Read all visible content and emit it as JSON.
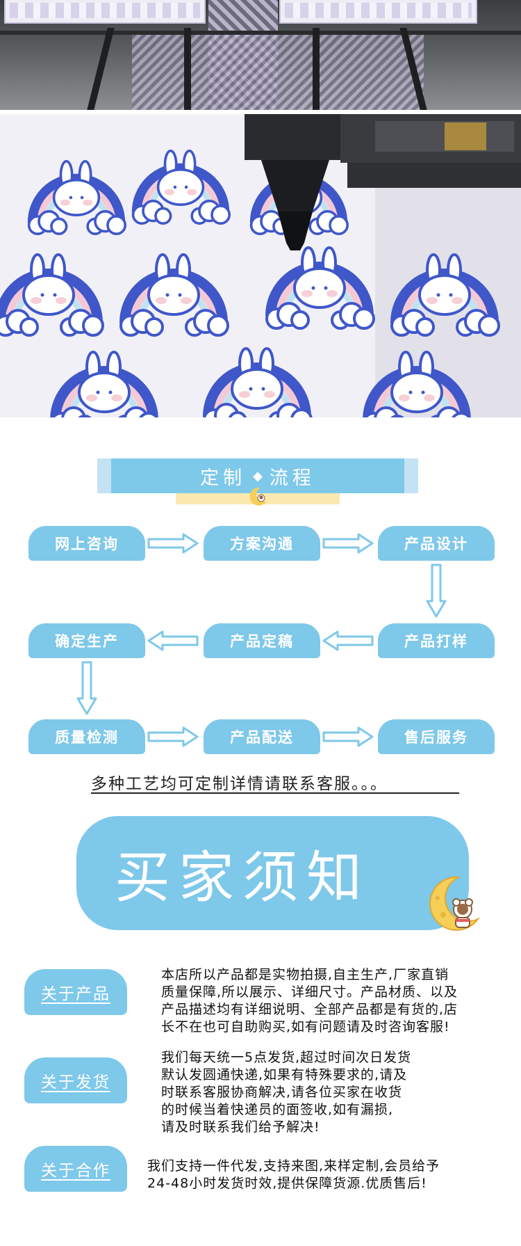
{
  "flow": {
    "title_left": "定制",
    "title_right": "流程",
    "steps": [
      "网上咨询",
      "方案沟通",
      "产品设计",
      "产品打样",
      "产品定稿",
      "确定生产",
      "质量检测",
      "产品配送",
      "售后服务"
    ]
  },
  "tagline": "多种工艺均可定制详情请联系客服。。。",
  "notice": {
    "title": "买家须知"
  },
  "sections": [
    {
      "label": "关于产品",
      "lines": [
        "本店所以产品都是实物拍摄,自主生产,厂家直销",
        "质量保障,所以展示、详细尺寸。产品材质、以及",
        "产品描述均有详细说明、全部产品都是有货的,店",
        "长不在也可自助购买,如有问题请及时咨询客服!"
      ]
    },
    {
      "label": "关于发货",
      "lines": [
        "我们每天统一5点发货,超过时间次日发货",
        "默认发圆通快递,如果有特殊要求的,请及",
        "时联系客服协商解决,请各位买家在收货",
        "的时候当着快递员的面签收,如有漏损,",
        "请及时联系我们给予解决!"
      ]
    },
    {
      "label": "关于合作",
      "lines": [
        "我们支持一件代发,支持来图,来样定制,会员给予",
        "24-48小时发货时效,提供保障货源.优质售后!"
      ]
    }
  ],
  "colors": {
    "accent": "#7ec8ea",
    "accent_light": "#c3e3f4",
    "cream": "#fbe9b0"
  },
  "icons": [
    "moon-mascot-icon",
    "diamond-icon",
    "arrow-right-icon",
    "arrow-left-icon",
    "arrow-down-icon"
  ]
}
